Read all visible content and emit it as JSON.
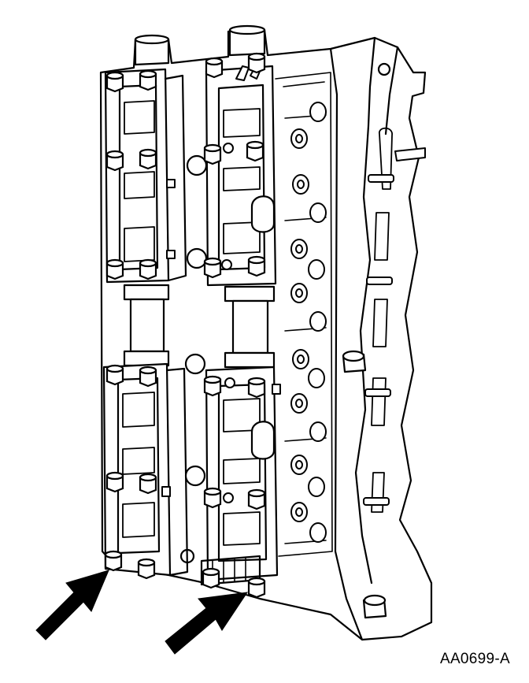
{
  "figure": {
    "code": "AA0699-A",
    "subject": "cylinder-head-camshaft-bearing-caps",
    "arrow_count": 2,
    "colors": {
      "line": "#000000",
      "background": "#ffffff"
    }
  }
}
